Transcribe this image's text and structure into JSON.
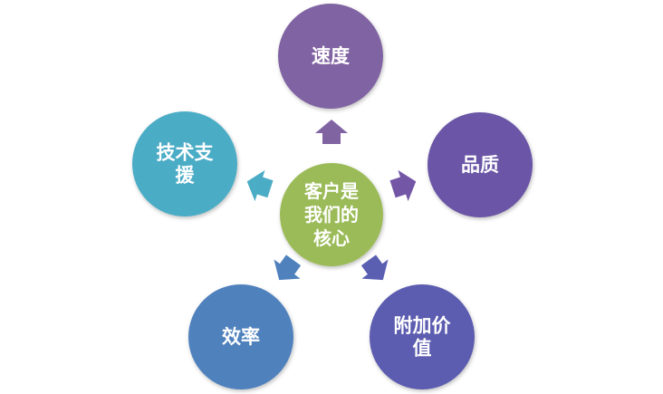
{
  "center": {
    "lines": [
      "客户是",
      "我们的",
      "核心"
    ],
    "color": "#9bbb59"
  },
  "nodes": [
    {
      "id": "speed",
      "lines": [
        "速度"
      ],
      "color": "#8064a2",
      "arrow_color": "#8064a2"
    },
    {
      "id": "quality",
      "lines": [
        "品质"
      ],
      "color": "#6a55a6",
      "arrow_color": "#7456a6"
    },
    {
      "id": "added-value",
      "lines": [
        "附加价",
        "值"
      ],
      "color": "#5b5bb0",
      "arrow_color": "#5a5fb2"
    },
    {
      "id": "efficiency",
      "lines": [
        "效率"
      ],
      "color": "#4f81bd",
      "arrow_color": "#4f81bd"
    },
    {
      "id": "tech-support",
      "lines": [
        "技术支",
        "援"
      ],
      "color": "#4bacc6",
      "arrow_color": "#4bacc6"
    }
  ]
}
